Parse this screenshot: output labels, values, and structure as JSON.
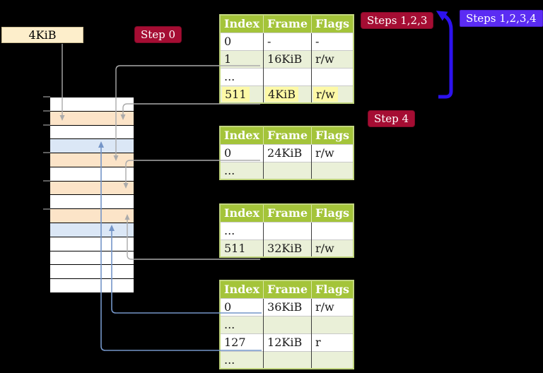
{
  "palette": {
    "background": "#000000",
    "table_header_green": "#a4c43a",
    "table_border_green": "#c2d67f",
    "row_shade_green": "#eaf0d8",
    "highlight_yellow": "#fdf9a6",
    "page_table_orange": "#fce4c8",
    "mapped_page_blue": "#dbe7f6",
    "badge_red": "#a50d33",
    "badge_blue": "#5b2cf3",
    "arrow_gray": "#ababab",
    "arrow_blue": "#7495c8",
    "arrow_thick_blue": "#2d12ee",
    "label_cream": "#fdeecb"
  },
  "labels": {
    "memory_origin": "4KiB",
    "step0": "Step 0",
    "steps123": "Steps 1,2,3",
    "steps1234": "Steps 1,2,3,4",
    "step4": "Step 4"
  },
  "memory": {
    "rows": [
      "white",
      "orange",
      "white",
      "blue",
      "orange",
      "white",
      "orange",
      "white",
      "orange",
      "blue",
      "white",
      "white",
      "white",
      "white"
    ],
    "tick_rows": [
      0,
      1,
      2,
      4,
      6,
      8
    ]
  },
  "tables": [
    {
      "name": "page-table-level-4",
      "headers": [
        "Index",
        "Frame",
        "Flags"
      ],
      "rows": [
        {
          "cells": [
            "0",
            "-",
            "-"
          ],
          "shaded": false,
          "highlighted": false
        },
        {
          "cells": [
            "1",
            "16KiB",
            "r/w"
          ],
          "shaded": true,
          "highlighted": false
        },
        {
          "cells": [
            "...",
            "",
            ""
          ],
          "shaded": false,
          "highlighted": false
        },
        {
          "cells": [
            "511",
            "4KiB",
            "r/w"
          ],
          "shaded": true,
          "highlighted": true
        }
      ]
    },
    {
      "name": "page-table-level-3",
      "headers": [
        "Index",
        "Frame",
        "Flags"
      ],
      "rows": [
        {
          "cells": [
            "0",
            "24KiB",
            "r/w"
          ],
          "shaded": false,
          "highlighted": false
        },
        {
          "cells": [
            "...",
            "",
            ""
          ],
          "shaded": true,
          "highlighted": false
        }
      ]
    },
    {
      "name": "page-table-level-2",
      "headers": [
        "Index",
        "Frame",
        "Flags"
      ],
      "rows": [
        {
          "cells": [
            "...",
            "",
            ""
          ],
          "shaded": false,
          "highlighted": false
        },
        {
          "cells": [
            "511",
            "32KiB",
            "r/w"
          ],
          "shaded": true,
          "highlighted": false
        }
      ]
    },
    {
      "name": "page-table-level-1",
      "headers": [
        "Index",
        "Frame",
        "Flags"
      ],
      "rows": [
        {
          "cells": [
            "0",
            "36KiB",
            "r/w"
          ],
          "shaded": false,
          "highlighted": false
        },
        {
          "cells": [
            "...",
            "",
            ""
          ],
          "shaded": true,
          "highlighted": false
        },
        {
          "cells": [
            "127",
            "12KiB",
            "r"
          ],
          "shaded": false,
          "highlighted": false
        },
        {
          "cells": [
            "...",
            "",
            ""
          ],
          "shaded": true,
          "highlighted": false
        }
      ]
    }
  ]
}
